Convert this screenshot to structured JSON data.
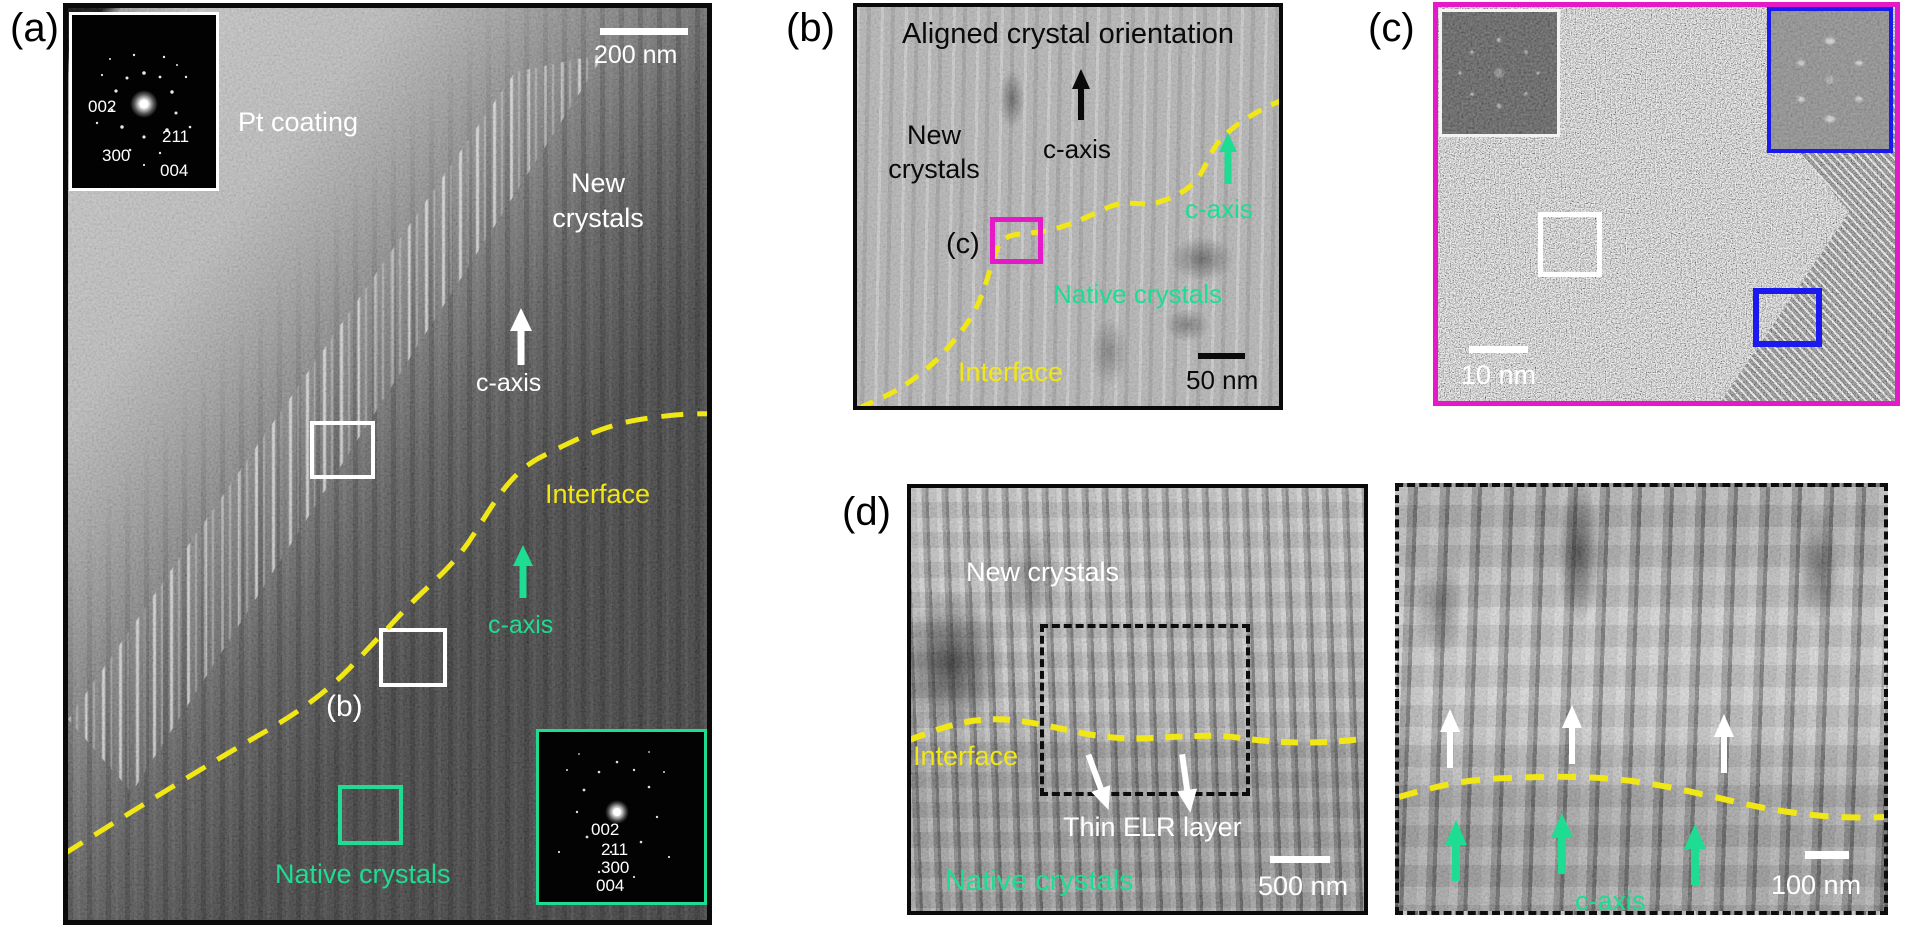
{
  "colors": {
    "green": "#1edc91",
    "yellow": "#f2e716",
    "magenta": "#e619c9",
    "blue": "#1a1aee"
  },
  "panel_a": {
    "label": "(a)",
    "scale_bar": "200 nm",
    "pt_coating": "Pt coating",
    "new_crystals_line1": "New",
    "new_crystals_line2": "crystals",
    "c_axis_white": "c-axis",
    "interface": "Interface",
    "c_axis_green": "c-axis",
    "b_marker": "(b)",
    "native_crystals": "Native crystals",
    "inset_top_left": {
      "labels": [
        "002",
        "211",
        "300",
        "004"
      ]
    },
    "inset_bottom_right": {
      "labels": [
        "002",
        "211",
        "300",
        "004"
      ]
    }
  },
  "panel_b": {
    "label": "(b)",
    "title": "Aligned crystal orientation",
    "new_crystals_line1": "New",
    "new_crystals_line2": "crystals",
    "c_axis_black": "c-axis",
    "c_axis_green": "c-axis",
    "c_marker": "(c)",
    "native_crystals": "Native crystals",
    "interface": "Interface",
    "scale_bar": "50 nm"
  },
  "panel_c": {
    "label": "(c)",
    "scale_bar": "10 nm"
  },
  "panel_d": {
    "label": "(d)",
    "left": {
      "new_crystals": "New crystals",
      "interface": "Interface",
      "thin_elr_layer": "Thin ELR layer",
      "native_crystals": "Native crystals",
      "scale_bar": "500 nm"
    },
    "right": {
      "c_axis": "c-axis",
      "scale_bar": "100 nm"
    }
  }
}
